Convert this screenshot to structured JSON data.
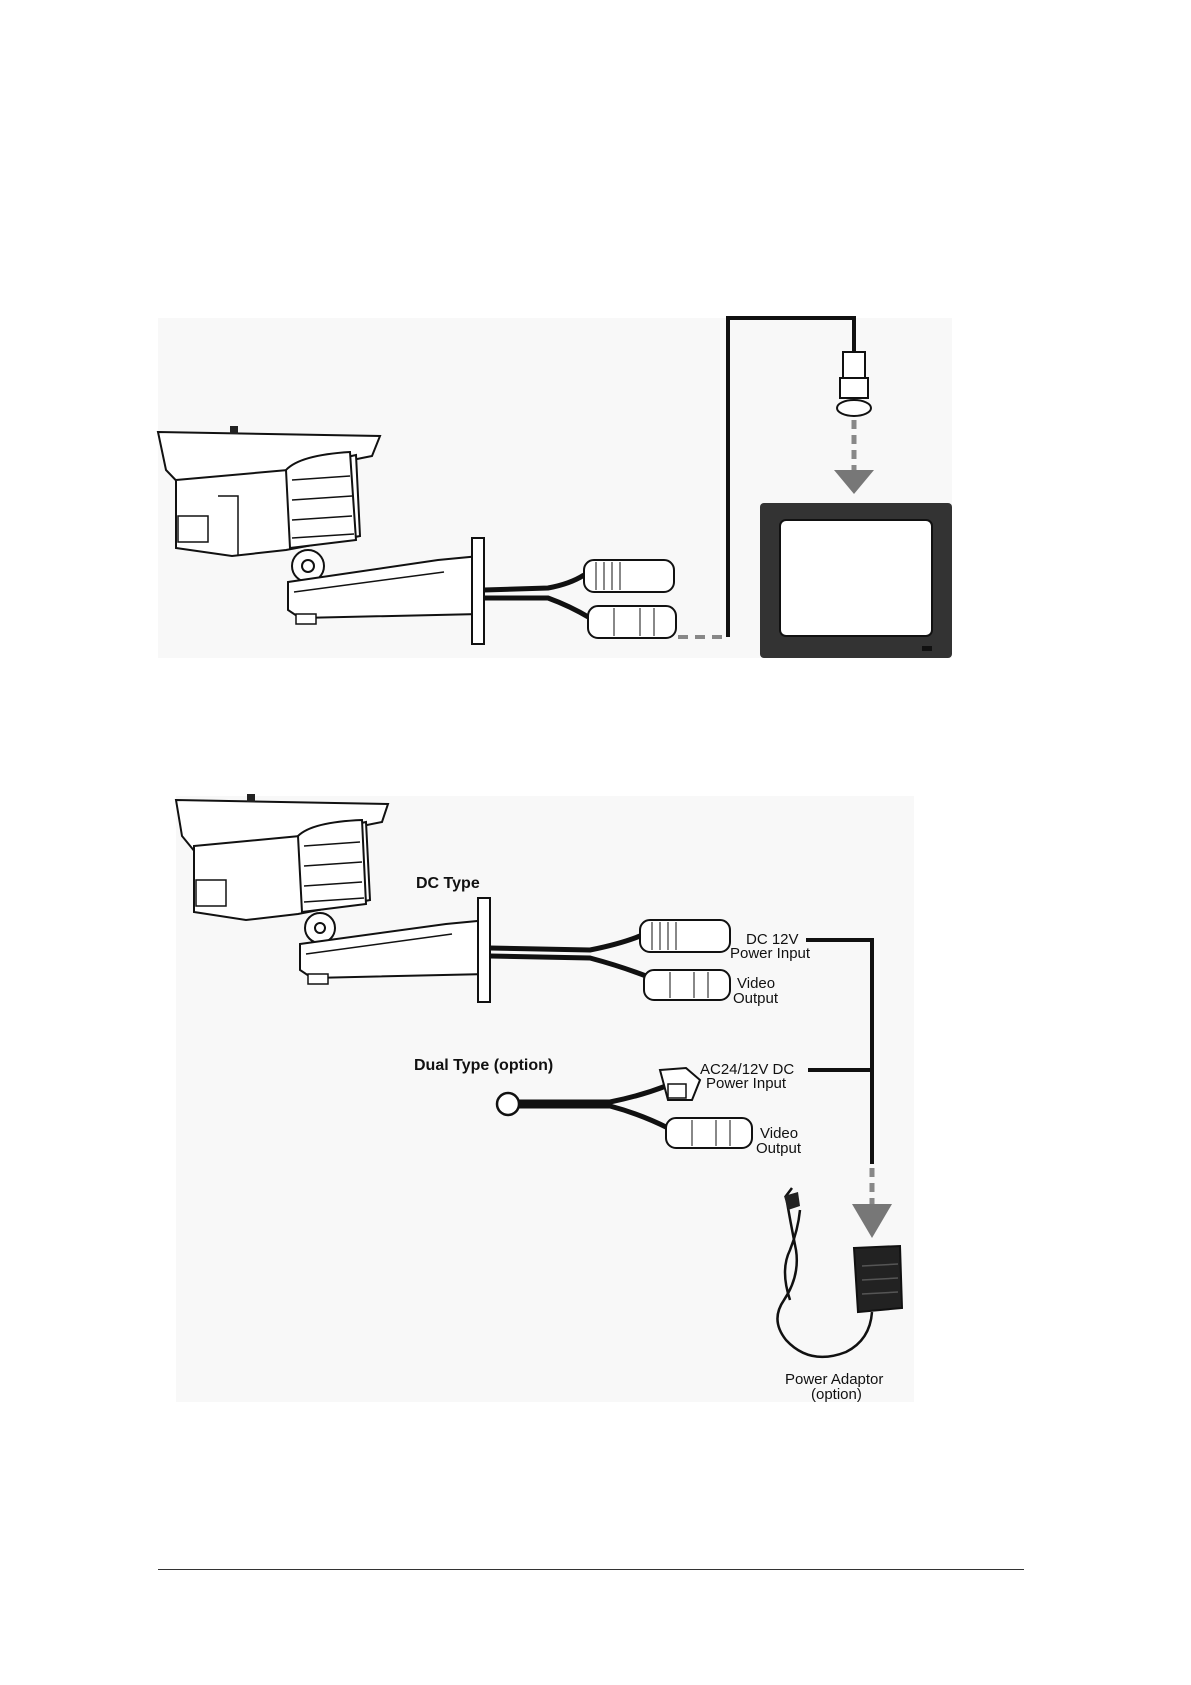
{
  "diagram_1": {},
  "diagram_2": {
    "dc_type_label": "DC Type",
    "dual_type_label": "Dual Type (option)",
    "dc12v_line1": "DC 12V",
    "dc12v_line2": "Power Input",
    "video1_line1": "Video",
    "video1_line2": "Output",
    "ac24_line1": "AC24/12V DC",
    "ac24_line2": "Power Input",
    "video2_line1": "Video",
    "video2_line2": "Output",
    "adaptor_line1": "Power Adaptor",
    "adaptor_line2": "(option)"
  },
  "colors": {
    "line": "#111111",
    "dashed": "#888888",
    "monitor_case": "#333333",
    "panel_bg": "#f8f8f8"
  }
}
